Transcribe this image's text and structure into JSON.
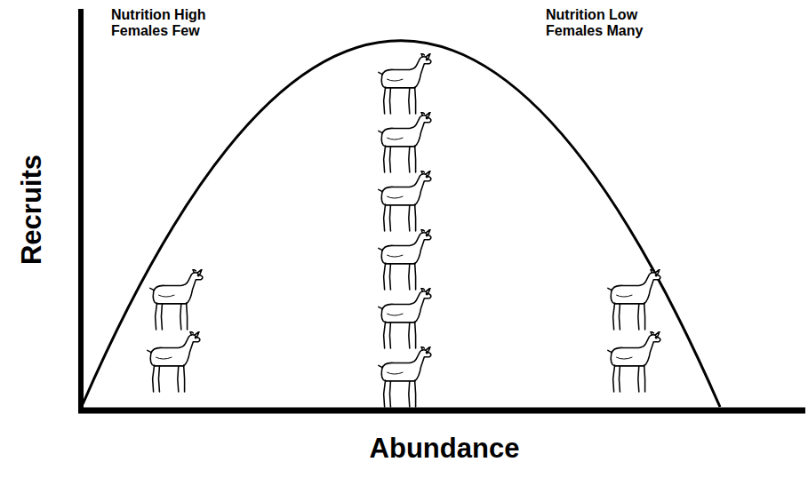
{
  "diagram": {
    "labels": [
      "Nutrition High Females Few",
      "Nutrition Low Females Many",
      "Recruits",
      "Abundance"
    ]
  }
}
